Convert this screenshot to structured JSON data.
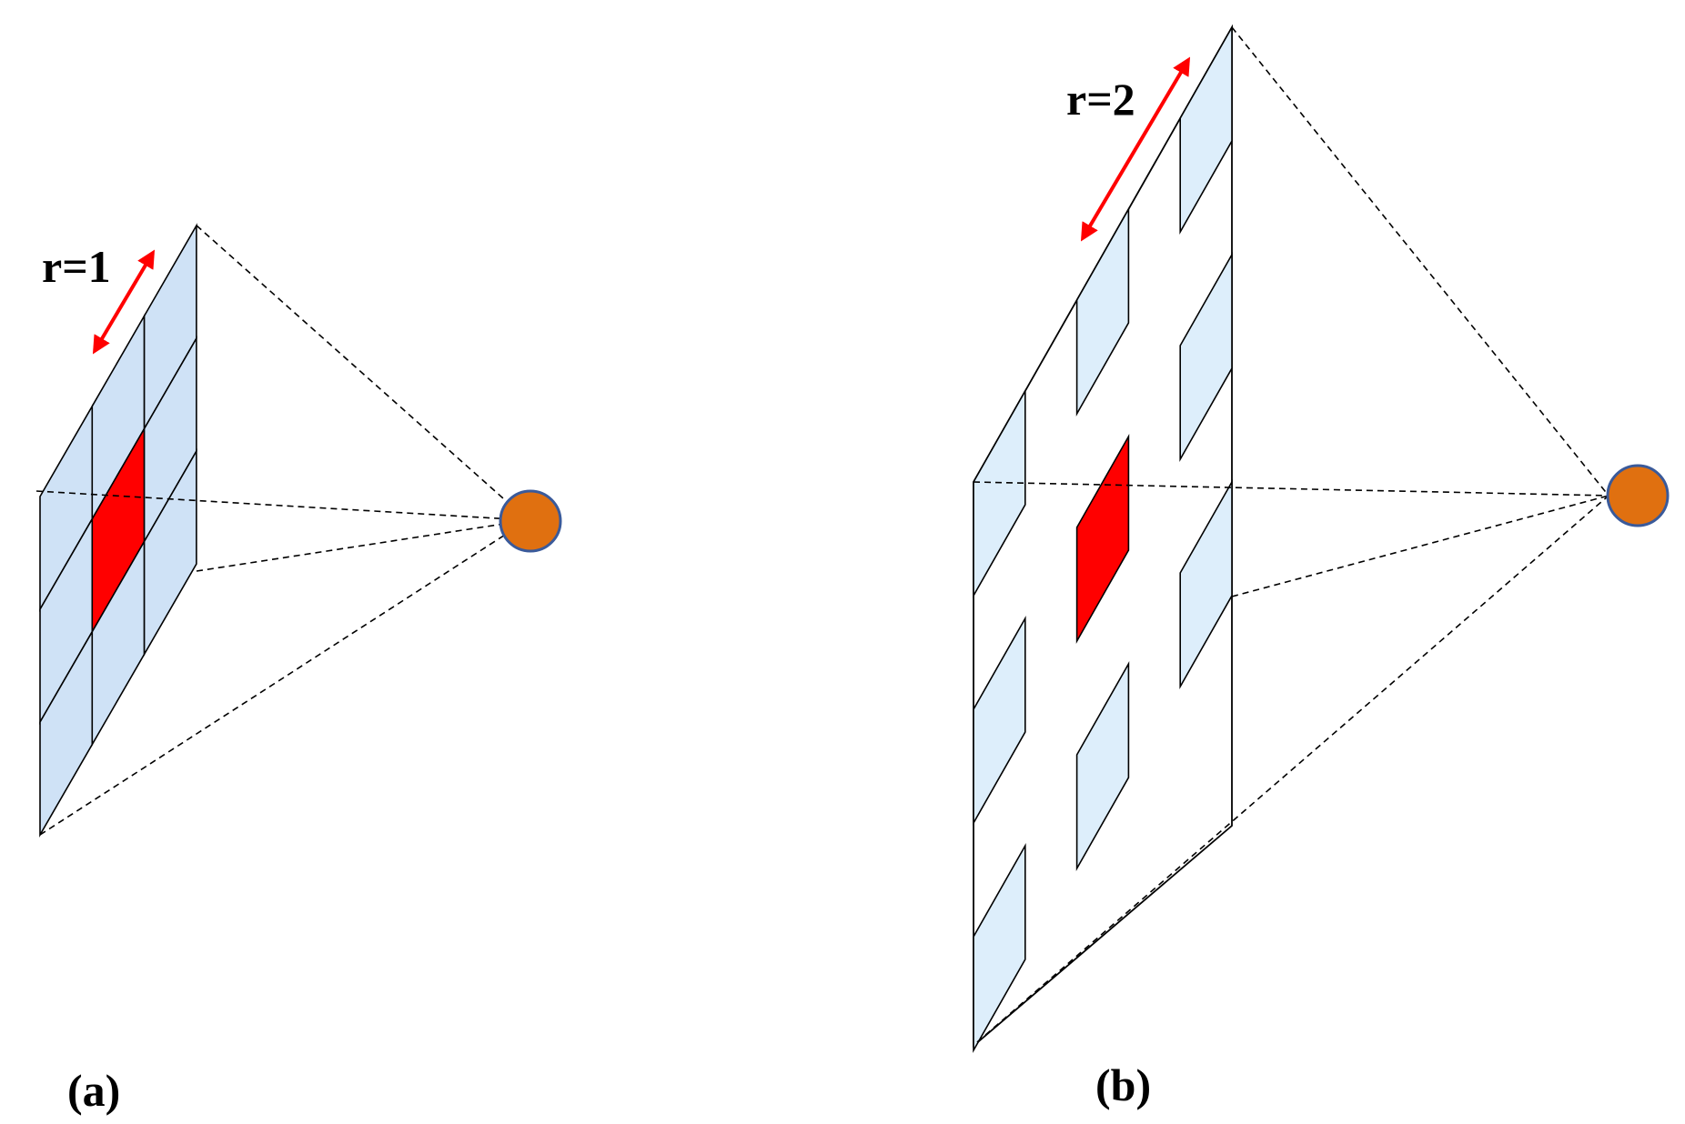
{
  "panel_a": {
    "rate_label": "r=1",
    "caption": "(a)",
    "dilation_rate": 1
  },
  "panel_b": {
    "rate_label": "r=2",
    "caption": "(b)",
    "dilation_rate": 2
  },
  "colors": {
    "kernel_cell": "#cfe2f6",
    "dilated_cell": "#ddeefb",
    "center_cell": "#ff0000",
    "arrow": "#ff0000",
    "output_node": "#e07010",
    "output_node_border": "#3a5a9a",
    "lines": "#000000"
  }
}
